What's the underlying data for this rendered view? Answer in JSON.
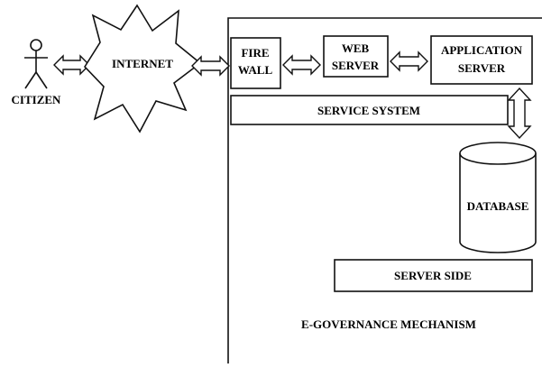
{
  "labels": {
    "citizen": "CITIZEN",
    "internet": "INTERNET",
    "firewall_line1": "FIRE",
    "firewall_line2": "WALL",
    "webserver_line1": "WEB",
    "webserver_line2": "SERVER",
    "appserver_line1": "APPLICATION",
    "appserver_line2": "SERVER",
    "service_system": "SERVICE SYSTEM",
    "database": "DATABASE",
    "server_side": "SERVER SIDE",
    "mechanism": "E-GOVERNANCE MECHANISM"
  },
  "colors": {
    "stroke": "#111111",
    "fill": "#ffffff",
    "text": "#000000"
  }
}
